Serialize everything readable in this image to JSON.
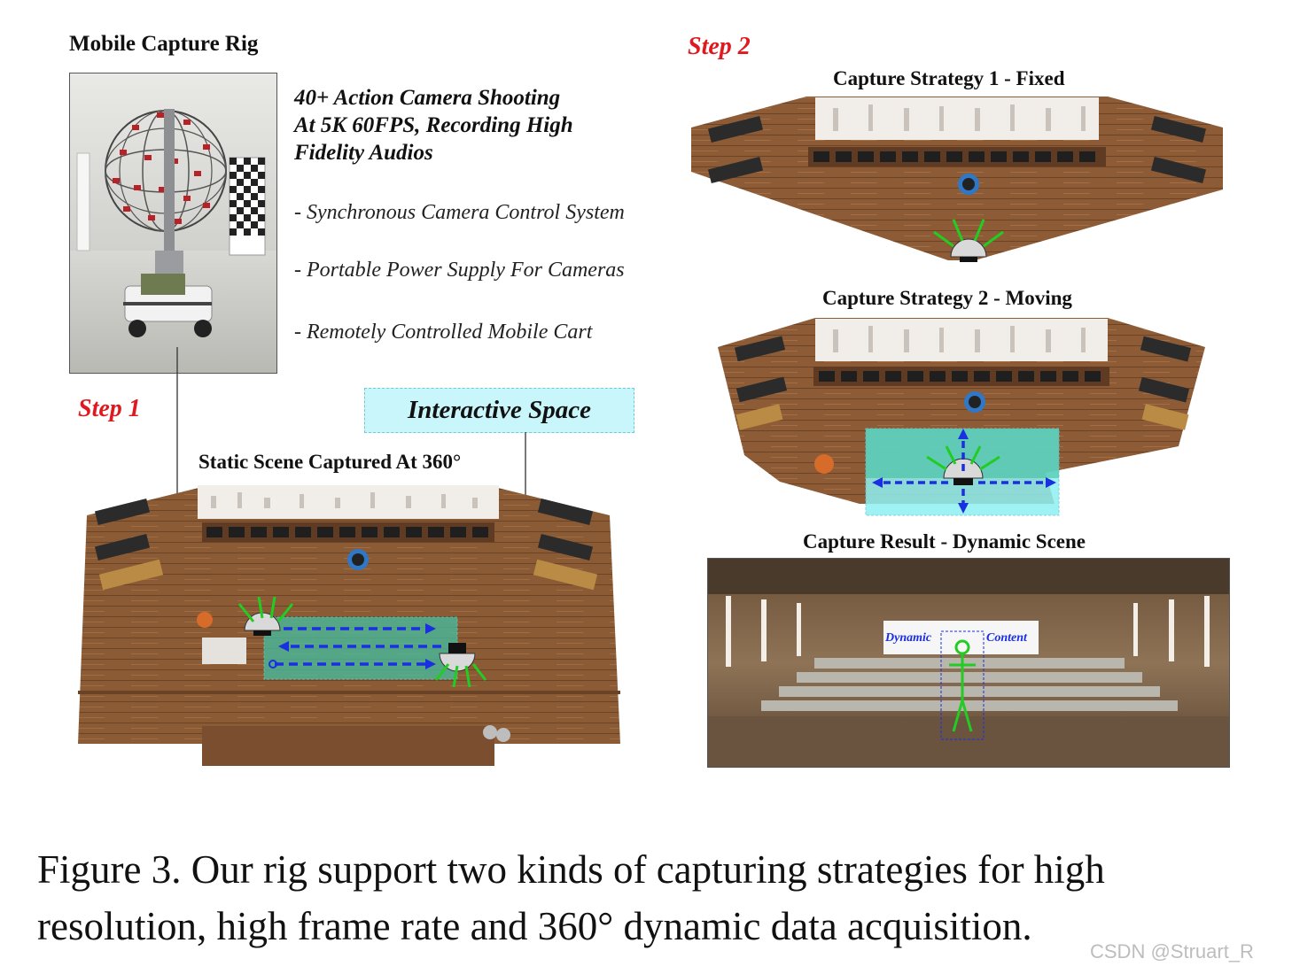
{
  "rig": {
    "title": "Mobile Capture Rig",
    "desc_head_line1": "40+ Action Camera Shooting",
    "desc_head_line2": "At 5K 60FPS, Recording High",
    "desc_head_line3": "Fidelity Audios",
    "bullet1": "- Synchronous Camera Control System",
    "bullet2": "- Portable Power Supply For Cameras",
    "bullet3": "- Remotely Controlled Mobile Cart"
  },
  "step1": {
    "label": "Step 1",
    "interactive_space": "Interactive Space",
    "static_scene_title": "Static Scene Captured At 360°"
  },
  "step2": {
    "label": "Step 2",
    "strategy1_title": "Capture Strategy 1 - Fixed",
    "strategy2_title": "Capture Strategy 2 - Moving",
    "result_title": "Capture Result - Dynamic Scene",
    "screen_left": "Dynamic",
    "screen_right": "Content"
  },
  "caption": {
    "line1": "Figure 3. Our rig support two kinds of capturing strategies for high",
    "line2": "resolution, high frame rate and 360° dynamic data acquisition."
  },
  "watermark": "CSDN @Struart_R",
  "colors": {
    "step_red": "#e0191e",
    "wood": "#8a5a35",
    "cyan_zone": "#8ff0f2",
    "arrow_blue": "#1a2fe0",
    "arrow_green": "#22cc22"
  }
}
